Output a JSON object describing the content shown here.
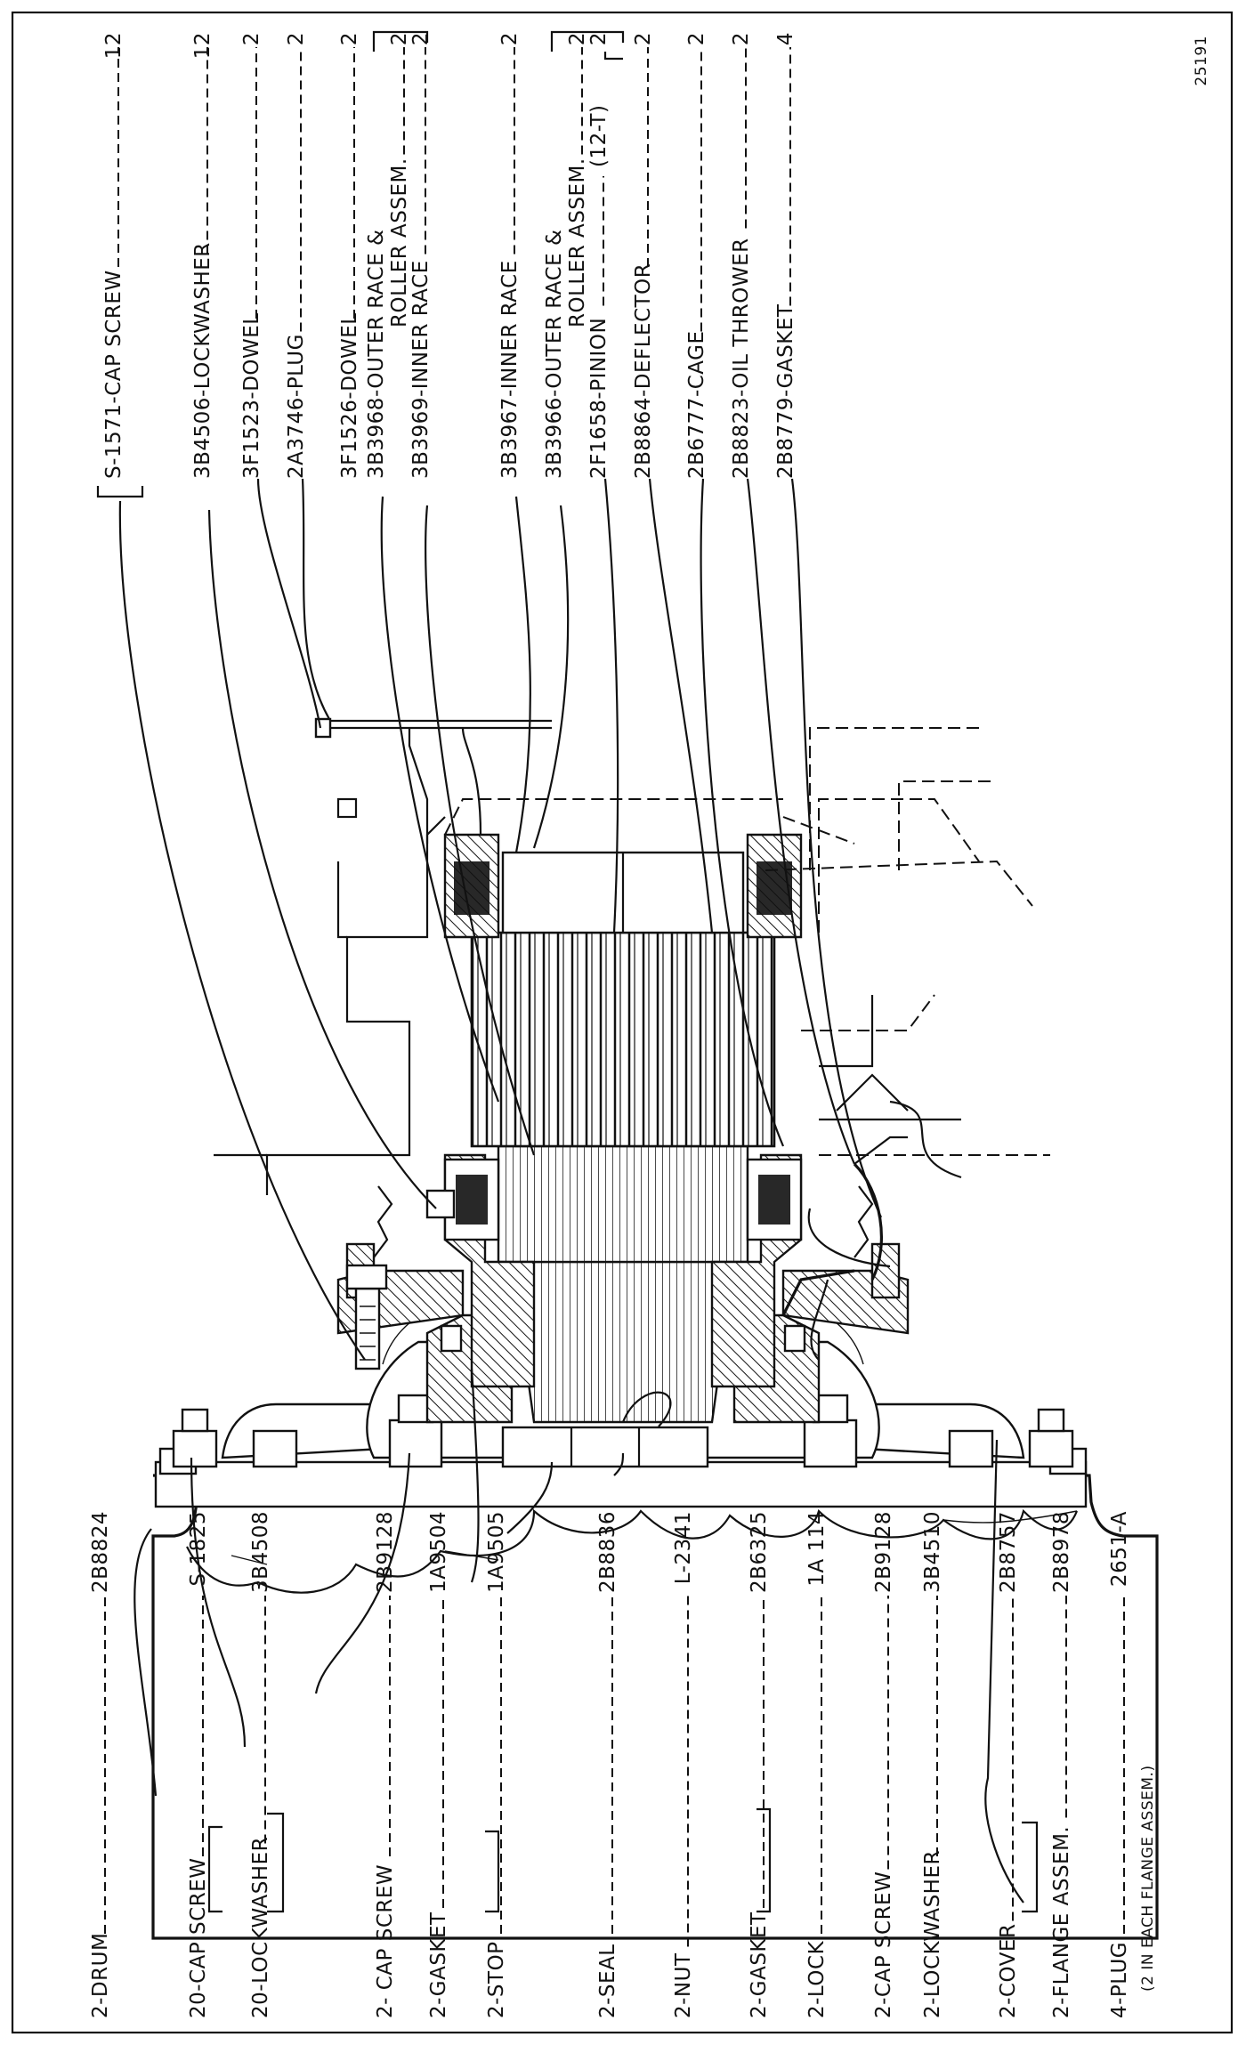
{
  "figure_number": "25191",
  "right_labels": [
    {
      "id": "drum",
      "text": "2-DRUM",
      "part": "2B8824"
    },
    {
      "id": "cap-screw-20",
      "text": "20-CAP SCREW",
      "part": "S-1825"
    },
    {
      "id": "lockwasher-20",
      "text": "20-LOCKWASHER",
      "part": "3B4508"
    },
    {
      "id": "cap-screw-2a",
      "text": "2- CAP SCREW",
      "part": "2B9128"
    },
    {
      "id": "gasket-2a",
      "text": "2-GASKET",
      "part": "1A9504"
    },
    {
      "id": "stop",
      "text": "2-STOP",
      "part": "1A9505"
    },
    {
      "id": "seal",
      "text": "2-SEAL",
      "part": "2B8836"
    },
    {
      "id": "nut",
      "text": "2-NUT",
      "part": "L-2341"
    },
    {
      "id": "gasket-2b",
      "text": "2-GASKET",
      "part": "2B6325"
    },
    {
      "id": "lock",
      "text": "2-LOCK",
      "part": "1A 114"
    },
    {
      "id": "cap-screw-2b",
      "text": "2-CAP SCREW",
      "part": "2B9128"
    },
    {
      "id": "lockwasher-2",
      "text": "2-LOCKWASHER",
      "part": "3B4510"
    },
    {
      "id": "cover",
      "text": "2-COVER",
      "part": "2B8757"
    },
    {
      "id": "flange-assem",
      "text": "2-FLANGE ASSEM.",
      "part": "2B8978"
    },
    {
      "id": "plug-4",
      "text": "4-PLUG",
      "part": "2651-A",
      "note": "(2 IN EACH FLANGE ASSEM.)"
    }
  ],
  "left_labels": [
    {
      "id": "cap-screw-s1571",
      "text": "S-1571-CAP SCREW",
      "qty": "12"
    },
    {
      "id": "lockwasher-3b4506",
      "text": "3B4506-LOCKWASHER",
      "qty": "12"
    },
    {
      "id": "dowel-3f1523",
      "text": "3F1523-DOWEL",
      "qty": "2"
    },
    {
      "id": "plug-2a3746",
      "text": "2A3746-PLUG",
      "qty": "2"
    },
    {
      "id": "dowel-3f1526",
      "text": "3F1526-DOWEL",
      "qty": "2"
    },
    {
      "id": "outer-race-3b3968",
      "text": "3B3968-OUTER RACE &",
      "text2": "ROLLER ASSEM.",
      "qty": "2"
    },
    {
      "id": "inner-race-3b3969",
      "text": "3B3969-INNER RACE",
      "qty": "2"
    },
    {
      "id": "inner-race-3b3967",
      "text": "3B3967-INNER RACE",
      "qty": "2"
    },
    {
      "id": "outer-race-3b3966",
      "text": "3B3966-OUTER RACE &",
      "text2": "ROLLER ASSEM.",
      "qty": "2"
    },
    {
      "id": "pinion-2f1658",
      "text": "2F1658-PINION",
      "sub": "(12-T)",
      "qty": "2"
    },
    {
      "id": "deflector-2b8864",
      "text": "2B8864-DEFLECTOR",
      "qty": "2"
    },
    {
      "id": "cage-2b6777",
      "text": "2B6777-CAGE",
      "qty": "2"
    },
    {
      "id": "oil-thrower-2b8823",
      "text": "2B8823-OIL  THROWER",
      "qty": "2"
    },
    {
      "id": "gasket-2b8779",
      "text": "2B8779-GASKET",
      "qty": "4"
    }
  ]
}
